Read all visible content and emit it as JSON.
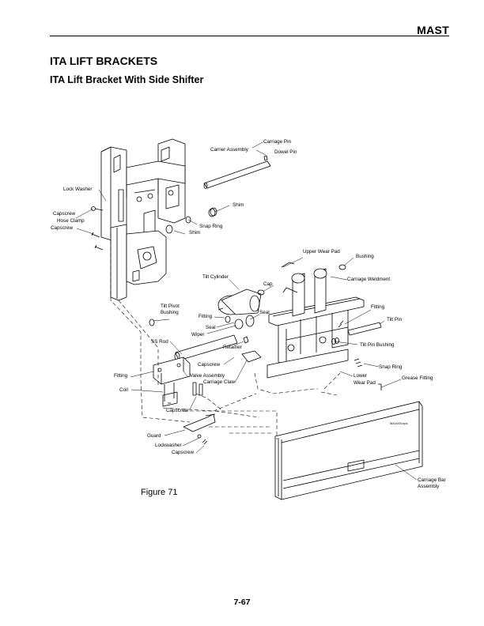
{
  "header": {
    "section": "MAST"
  },
  "title": "ITA LIFT BRACKETS",
  "subtitle": "ITA Lift Bracket With Side Shifter",
  "figure": {
    "caption": "Figure 71",
    "file_tag": "MA1003.eps",
    "labels": {
      "carriage_pin": "Carriage Pin",
      "carrier_assembly": "Carrier Assembly",
      "dowel_pin": "Dowel Pin",
      "lock_washer": "Lock Washer",
      "shim_upper": "Shim",
      "capscrew_1": "Capscrew",
      "hose_clamp": "Hose Clamp",
      "capscrew_2": "Capscrew",
      "snap_ring_upper": "Snap Ring",
      "shim_lower": "Shim",
      "upper_wear_pad": "Upper Wear Pad",
      "bushing": "Bushing",
      "tilt_cylinder": "Tilt Cylinder",
      "cap": "Cap",
      "carriage_weldment": "Carriage Weldment",
      "tilt_pivot_bushing_1": "Tilt Pivot",
      "tilt_pivot_bushing_2": "Bushing",
      "fitting_cyl": "Fitting",
      "seal_upper": "Seal",
      "fitting_right": "Fitting",
      "tilt_pin": "Tilt Pin",
      "seal_lower": "Seal",
      "wiper": "Wiper",
      "ss_rod": "SS Rod",
      "retainer": "Retainer",
      "tilt_pin_bushing": "Tilt Pin Bushing",
      "capscrew_3": "Capscrew",
      "snap_ring_lower": "Snap Ring",
      "fitting_left": "Fitting",
      "valve_assembly": "Valve Assembly",
      "carriage_claw": "Carriage Claw",
      "lower_wear_pad_1": "Lower",
      "lower_wear_pad_2": "Wear Pad",
      "grease_fitting": "Grease Fitting",
      "coil": "Coil",
      "capscrew_4": "Capscrew",
      "guard": "Guard",
      "lockwasher": "Lockwasher",
      "capscrew_5": "Capscrew",
      "carriage_bar_1": "Carriage Bar",
      "carriage_bar_2": "Assembly"
    }
  },
  "page_number": "7-67"
}
